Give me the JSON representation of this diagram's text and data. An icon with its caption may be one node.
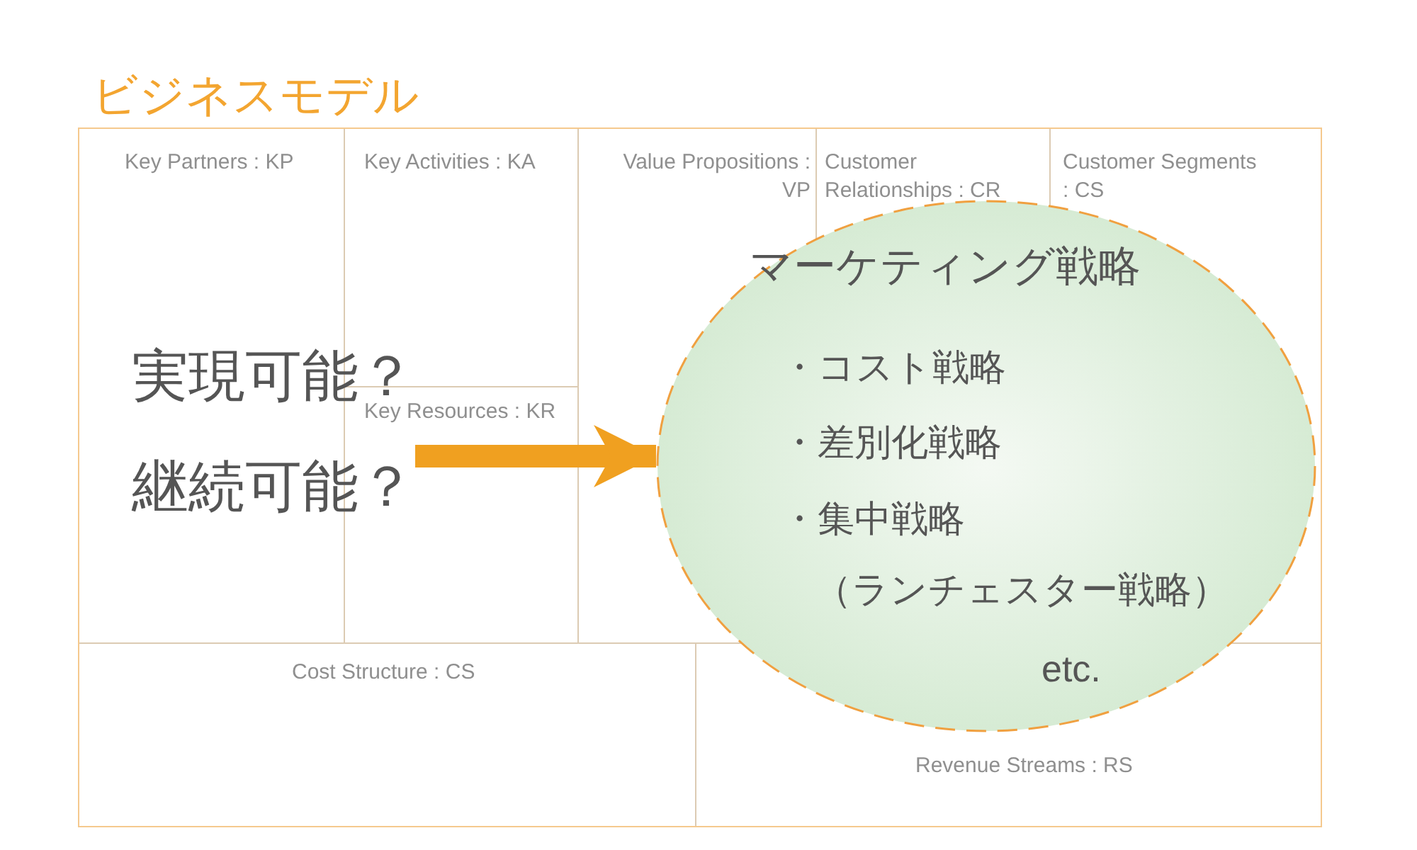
{
  "diagram": {
    "nodes": [
      {
        "text": [
          "ビジネスモデル"
        ]
      },
      {
        "text": [
          "Key Partners : KP"
        ],
        "in": 0
      },
      {
        "text": [
          "Key Activities : KA"
        ],
        "in": 0
      },
      {
        "text": [
          "Key Resources : KR"
        ],
        "in": 0
      },
      {
        "text": [
          "Value Propositions : VP"
        ],
        "in": 0
      },
      {
        "text": [
          "Customer Relationships : CR"
        ],
        "in": 0
      },
      {
        "text": [
          "Customer Segments : CS"
        ],
        "in": 0
      },
      {
        "text": [
          "Cost Structure : CS"
        ],
        "in": 0
      },
      {
        "text": [
          "Revenue Streams : RS"
        ],
        "in": 0
      },
      {
        "text": [
          "実現可能？",
          "継続可能？"
        ],
        "in": 0
      },
      {
        "text": [
          "マーケティング戦略",
          "・コスト戦略",
          "・差別化戦略",
          "・集中戦略",
          "（ランチェスター戦略）",
          "etc."
        ],
        "in": 0
      }
    ],
    "edges": [
      {
        "from": 9,
        "to": 10,
        "arrow": "to"
      }
    ]
  }
}
